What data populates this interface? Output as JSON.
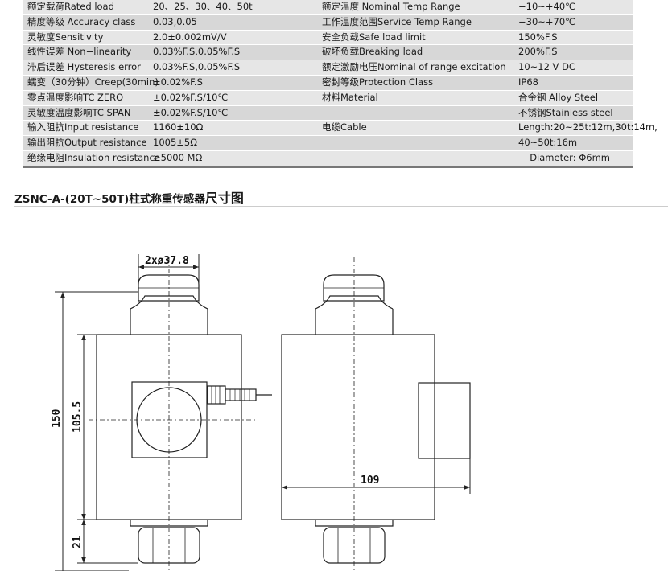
{
  "spec_rows": [
    [
      "额定载荷Rated load",
      "20、25、30、40、50t",
      "额定温度 Nominal Temp Range",
      "−10~+40℃"
    ],
    [
      "精度等级 Accuracy class",
      "0.03,0.05",
      "工作温度范围Service Temp Range",
      "−30~+70℃"
    ],
    [
      "灵敏度Sensitivity",
      "2.0±0.002mV/V",
      "安全负载Safe load limit",
      "150%F.S"
    ],
    [
      "线性误差 Non−linearity",
      "0.03%F.S,0.05%F.S",
      "破坏负载Breaking load",
      "200%F.S"
    ],
    [
      "滞后误差 Hysteresis error",
      "0.03%F.S,0.05%F.S",
      "额定激励电压Nominal of range excitation",
      "10~12 V DC"
    ],
    [
      "蠕变（30分钟）Creep(30min)",
      "±0.02%F.S",
      "密封等级Protection Class",
      "IP68"
    ],
    [
      "零点温度影响TC ZERO",
      "±0.02%F.S/10℃",
      "材料Material",
      "合金钢 Alloy Steel"
    ],
    [
      "灵敏度温度影响TC SPAN",
      "±0.02%F.S/10℃",
      "",
      "不锈钢Stainless steel"
    ],
    [
      "输入阻抗Input resistance",
      "1160±10Ω",
      "电缆Cable",
      "Length:20~25t:12m,30t:14m,"
    ],
    [
      "输出阻抗Output resistance",
      "1005±5Ω",
      "",
      "40~50t:16m"
    ],
    [
      "绝缘电阻Insulation resistance",
      "≥5000 MΩ",
      "",
      "Diameter: Φ6mm"
    ]
  ],
  "section": {
    "title_main": "ZSNC-A-(20T~50T)柱式称重传感器",
    "title_suffix": "尺寸图"
  },
  "dimensions": {
    "top_diameter": "2xø37.8",
    "height_total": "150",
    "height_body": "105.5",
    "height_bottom": "21",
    "width_body": "109"
  }
}
